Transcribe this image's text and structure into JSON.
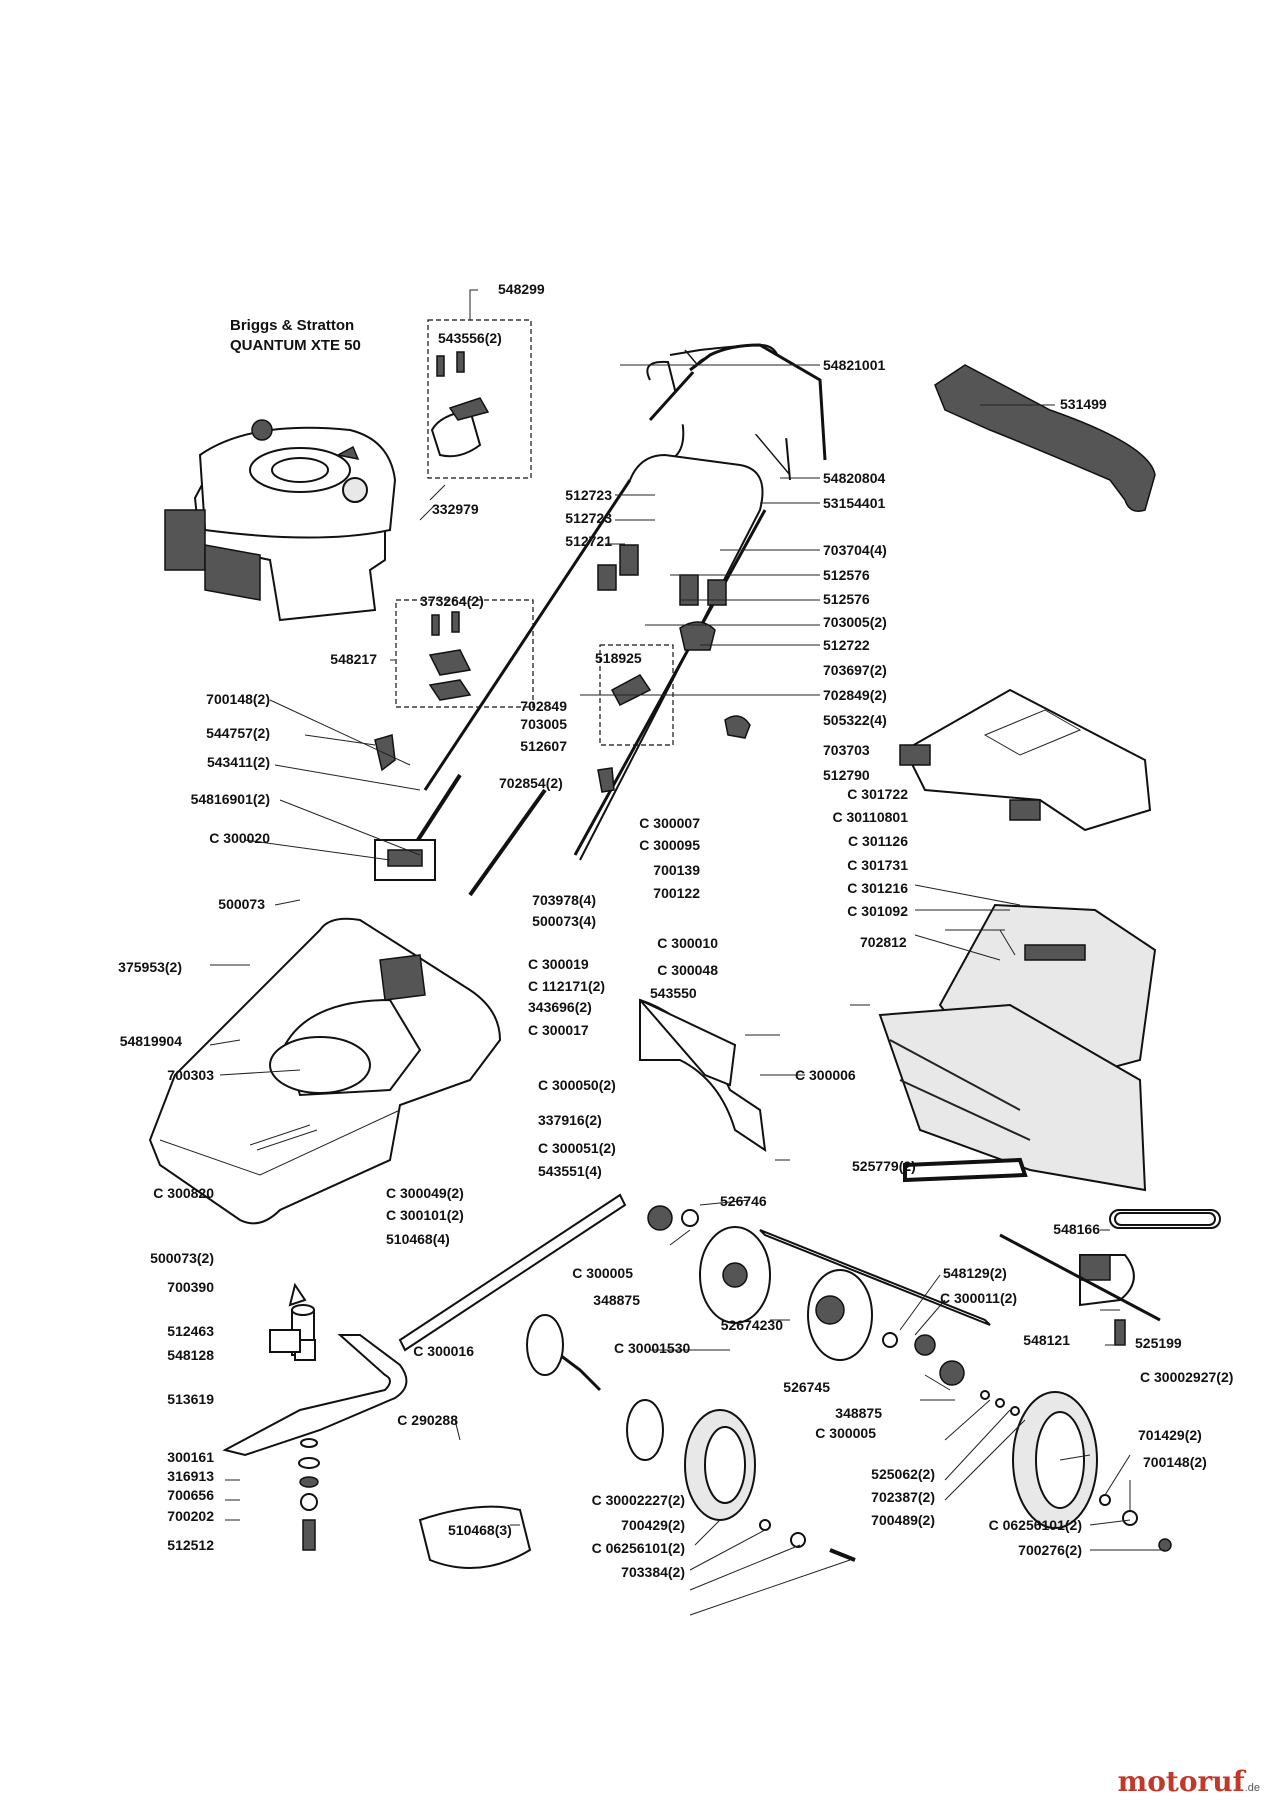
{
  "title": {
    "line1": "Briggs & Stratton",
    "line2": "QUANTUM XTE 50"
  },
  "logo": {
    "text": "motoruf",
    "tld": ".de",
    "color": "#c0392b"
  },
  "labels": [
    "548299",
    "543556(2)",
    "54821001",
    "531499",
    "54820804",
    "53154401",
    "512723",
    "512723",
    "512721",
    "332979",
    "703704(4)",
    "512576",
    "512576",
    "373264(2)",
    "703005(2)",
    "512722",
    "548217",
    "518925",
    "703697(2)",
    "700148(2)",
    "702849",
    "702849(2)",
    "703005",
    "505322(4)",
    "544757(2)",
    "512607",
    "703703",
    "543411(2)",
    "512790",
    "702854(2)",
    "54816901(2)",
    "C 301722",
    "C 30110801",
    "C 300020",
    "C 300007",
    "C 300095",
    "C 301126",
    "C 301731",
    "700139",
    "C 301216",
    "700122",
    "C 301092",
    "500073",
    "703978(4)",
    "500073(4)",
    "C 300010",
    "702812",
    "C 300019",
    "C 300048",
    "375953(2)",
    "C 112171(2)",
    "343696(2)",
    "543550",
    "C 300017",
    "54819904",
    "700303",
    "C 300006",
    "C 300050(2)",
    "337916(2)",
    "C 300051(2)",
    "543551(4)",
    "525779(2)",
    "C 300820",
    "C 300049(2)",
    "C 300101(2)",
    "526746",
    "548166",
    "510468(4)",
    "500073(2)",
    "C 300005",
    "548129(2)",
    "700390",
    "C 300011(2)",
    "348875",
    "512463",
    "52674230",
    "548121",
    "525199",
    "C 300016",
    "C 30001530",
    "548128",
    "526745",
    "C 30002927(2)",
    "513619",
    "348875",
    "C 300005",
    "C 290288",
    "300161",
    "701429(2)",
    "525062(2)",
    "700148(2)",
    "316913",
    "C 30002227(2)",
    "702387(2)",
    "700656",
    "700489(2)",
    "700202",
    "700429(2)",
    "C 06256101(2)",
    "512512",
    "510468(3)",
    "700276(2)",
    "C 06256101(2)",
    "703384(2)"
  ]
}
